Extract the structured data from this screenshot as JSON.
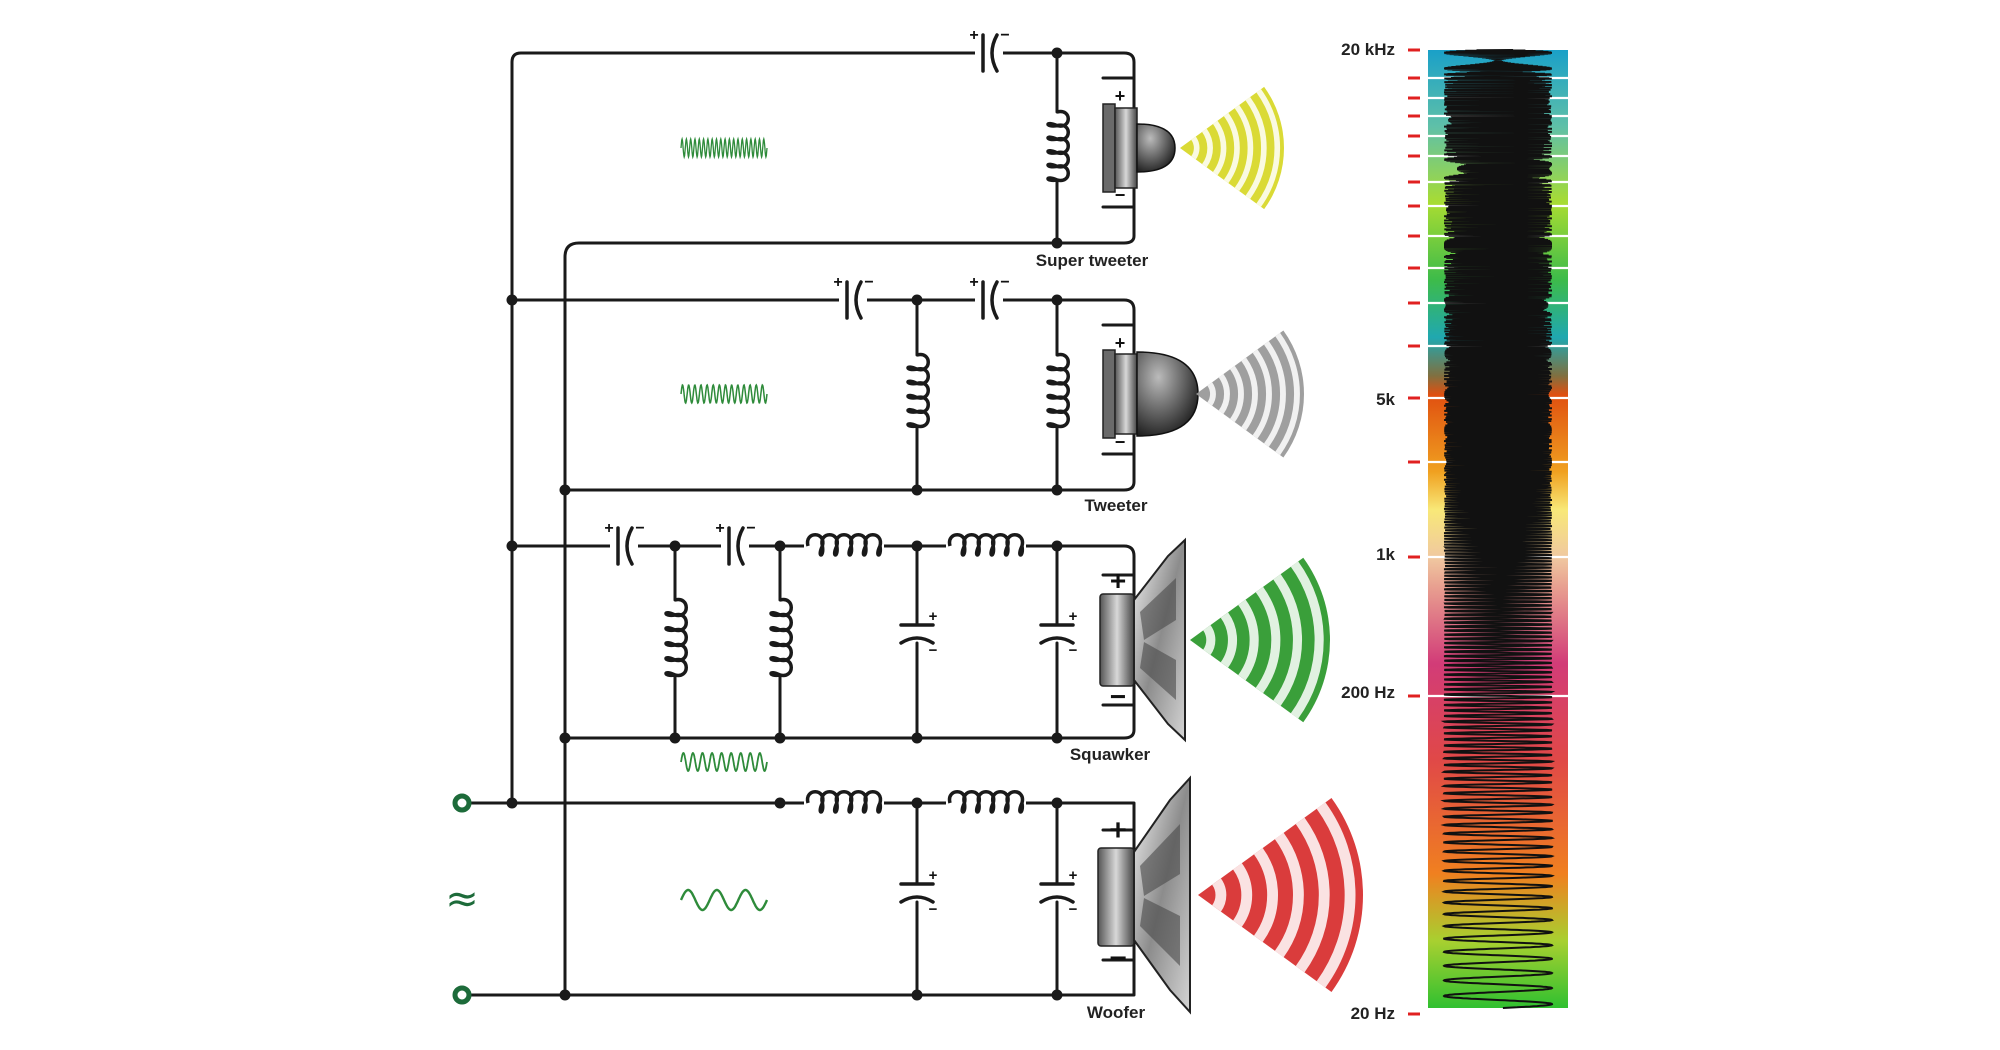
{
  "speakers": {
    "super_tweeter": {
      "label": "Super tweeter",
      "wave_color": "#d8d82a"
    },
    "tweeter": {
      "label": "Tweeter",
      "wave_color": "#9a9a9a"
    },
    "squawker": {
      "label": "Squawker",
      "wave_color": "#2f9a2f"
    },
    "woofer": {
      "label": "Woofer",
      "wave_color": "#d83232"
    }
  },
  "polarity": {
    "plus": "+",
    "minus": "−"
  },
  "input_symbol": "≈",
  "frequency_scale": {
    "top_label": "20 kHz",
    "label_5k": "5k",
    "label_1k": "1k",
    "label_200": "200 Hz",
    "bottom_label": "20 Hz"
  },
  "colors": {
    "wire": "#1a1a1a",
    "terminal": "#1d6b3a",
    "signal_wave": "#2e8b3a",
    "tick": "#e02020"
  }
}
